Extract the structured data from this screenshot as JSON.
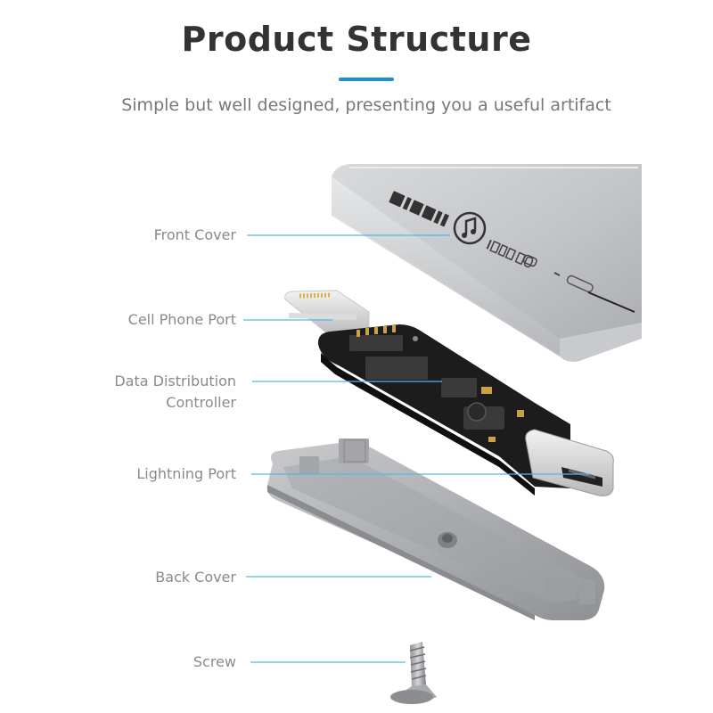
{
  "header": {
    "title": "Product Structure",
    "subtitle": "Simple but well designed, presenting you a useful artifact"
  },
  "labels": {
    "front_cover": "Front Cover",
    "cell_phone_port": "Cell Phone Port",
    "data_controller_line1": "Data Distribution",
    "data_controller_line2": "Controller",
    "lightning_port": "Lightning Port",
    "back_cover": "Back Cover",
    "screw": "Screw"
  },
  "device": {
    "brand": "QIANLI",
    "model": "iDFU GO"
  },
  "colors": {
    "accent": "#1a8fd6",
    "title": "#333333",
    "label": "#8a8a8a",
    "leader": "#5ab4e8"
  }
}
